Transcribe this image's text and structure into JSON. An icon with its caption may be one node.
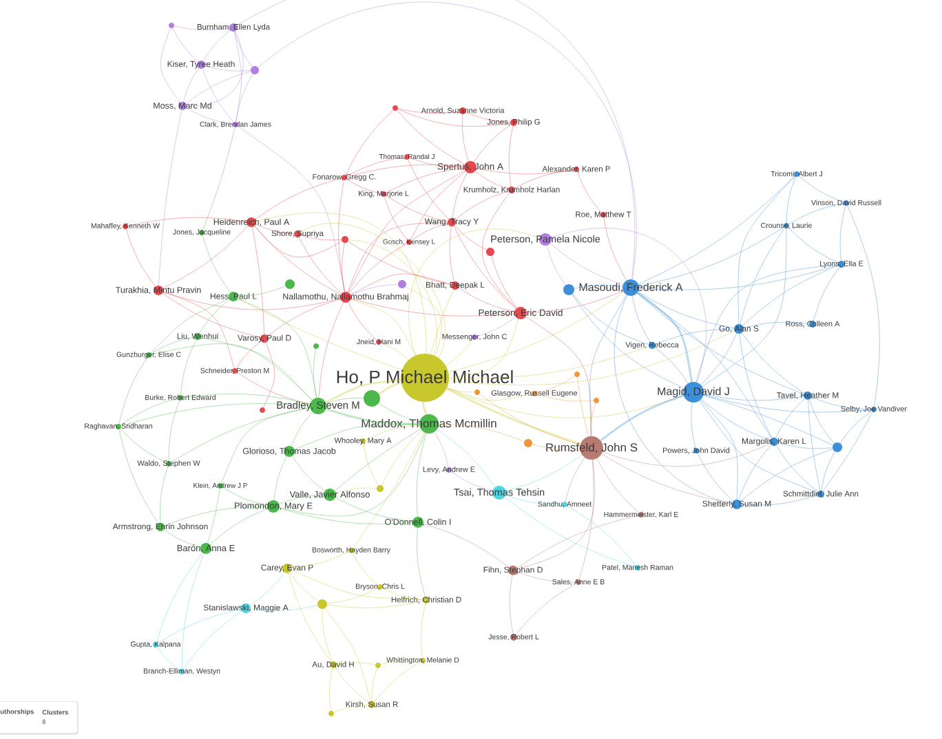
{
  "diagram": {
    "nodes": [
      {
        "text": [],
        "shape": "circle"
      },
      {
        "text": [
          "Burnham, Ellen Lyda"
        ]
      },
      {
        "text": [
          "Kiser, Tyree Heath"
        ]
      },
      {
        "text": [],
        "shape": "circle"
      },
      {
        "text": [
          "Moss, Marc Md"
        ]
      },
      {
        "text": [],
        "shape": "circle"
      },
      {
        "text": [
          "Arnold, Suzanne Victoria"
        ]
      },
      {
        "text": [
          "Jones, Philip G"
        ]
      },
      {
        "text": [
          "Clark, Brendan James"
        ]
      },
      {
        "text": [
          "Thomas, Randal J"
        ]
      },
      {
        "text": [
          "Spertus, John A"
        ]
      },
      {
        "text": [
          "Alexander, Karen P"
        ]
      },
      {
        "text": [
          "Tricomi, Albert J"
        ]
      },
      {
        "text": [
          "Fonarow, Gregg C."
        ]
      },
      {
        "text": [
          "Krumholz, Krumholz Harlan"
        ]
      },
      {
        "text": [
          "King, Marjorie L"
        ]
      },
      {
        "text": [
          "Vinson, David Russell"
        ]
      },
      {
        "text": [
          "Roe, Matthew T"
        ]
      },
      {
        "text": [
          "Wang, Tracy Y"
        ]
      },
      {
        "text": [
          "Heidenreich, Paul A"
        ]
      },
      {
        "text": [
          "Crounse, Laurie"
        ]
      },
      {
        "text": [
          "Mahaffey, Kenneth W"
        ]
      },
      {
        "text": [
          "Jones, Jacqueline"
        ]
      },
      {
        "text": [
          "Shore, Supriya"
        ]
      },
      {
        "text": [],
        "shape": "circle"
      },
      {
        "text": [
          "Peterson, Pamela Nicole"
        ]
      },
      {
        "text": [
          "Gosch, Kensey L"
        ]
      },
      {
        "text": [],
        "shape": "circle"
      },
      {
        "text": [
          "Lyons, Ella E"
        ]
      },
      {
        "text": [
          "Bhatt, Deepak L"
        ]
      },
      {
        "text": [
          "Masoudi, Frederick A"
        ]
      },
      {
        "text": [],
        "shape": "circle"
      },
      {
        "text": [
          "Turakhia, Mintu Pravin"
        ]
      },
      {
        "text": [],
        "shape": "circle"
      },
      {
        "text": [],
        "shape": "circle"
      },
      {
        "text": [
          "Hess, Paul L"
        ]
      },
      {
        "text": [
          "Nallamothu, Nallamothu Brahmaj"
        ]
      },
      {
        "text": [
          "Peterson, Eric David"
        ]
      },
      {
        "text": [
          "Ross, Colleen A"
        ]
      },
      {
        "text": [
          "Go, Alan S"
        ]
      },
      {
        "text": [
          "Liu, Wenhui"
        ]
      },
      {
        "text": [
          "Messenger, John C"
        ]
      },
      {
        "text": [
          "Varosy, Paul D"
        ]
      },
      {
        "text": [
          "Jneid, Hani M"
        ]
      },
      {
        "text": [
          "Vigen, Rebecca"
        ]
      },
      {
        "text": [],
        "shape": "circle"
      },
      {
        "text": [
          "Gunzburger, Elise C"
        ]
      },
      {
        "text": [
          "Schneider, Preston M"
        ]
      },
      {
        "text": [],
        "shape": "circle"
      },
      {
        "text": [
          "Ho, P Michael Michael"
        ]
      },
      {
        "text": [],
        "shape": "circle"
      },
      {
        "text": [
          "Magid, David J"
        ]
      },
      {
        "text": [
          "Glasgow, Russell Eugene"
        ]
      },
      {
        "text": [],
        "shape": "circle"
      },
      {
        "text": [
          "Tavel, Heather M"
        ]
      },
      {
        "text": [
          "Burke, Robert Edward"
        ]
      },
      {
        "text": [],
        "shape": "circle"
      },
      {
        "text": [
          "Bradley, Steven M"
        ]
      },
      {
        "text": [
          "Selby, Joe Vandiver"
        ]
      },
      {
        "text": [],
        "shape": "circle"
      },
      {
        "text": [
          "Maddox, Thomas Mcmillin"
        ]
      },
      {
        "text": [
          "Raghavan, Sridharan"
        ]
      },
      {
        "text": [
          "Whooley, Mary A"
        ]
      },
      {
        "text": [
          "Margolis, Karen L"
        ]
      },
      {
        "text": [],
        "shape": "circle"
      },
      {
        "text": [],
        "shape": "circle"
      },
      {
        "text": [
          "Rumsfeld, John S"
        ]
      },
      {
        "text": [
          "Powers, John David"
        ]
      },
      {
        "text": [
          "Glorioso, Thomas Jacob"
        ]
      },
      {
        "text": [
          "Waldo, Stephen W"
        ]
      },
      {
        "text": [
          "Levy, Andrew E"
        ]
      },
      {
        "text": [
          "Klein, Andrew J P"
        ]
      },
      {
        "text": [],
        "shape": "circle"
      },
      {
        "text": [
          "Tsai, Thomas Tehsin"
        ]
      },
      {
        "text": [
          "Schmittdiel, Julie Ann"
        ]
      },
      {
        "text": [
          "Valle, Javier Alfonso"
        ]
      },
      {
        "text": [
          "Sandhu, Amneet"
        ]
      },
      {
        "text": [
          "Shetterly, Susan M"
        ]
      },
      {
        "text": [
          "Plomondon, Mary E"
        ]
      },
      {
        "text": [
          "Hammermeister, Karl E"
        ]
      },
      {
        "text": [
          "O'Donnell, Colin I"
        ]
      },
      {
        "text": [
          "Armstrong, Ehrin Johnson"
        ]
      },
      {
        "text": [
          "Barón, Anna E"
        ]
      },
      {
        "text": [
          "Bosworth, Hayden Barry"
        ]
      },
      {
        "text": [
          "Patel, Manesh Raman"
        ]
      },
      {
        "text": [
          "Carey, Evan P"
        ]
      },
      {
        "text": [
          "Fihn, Stephan D"
        ]
      },
      {
        "text": [
          "Sales, Anne E B"
        ]
      },
      {
        "text": [
          "Bryson, Chris L"
        ]
      },
      {
        "text": [
          "Helfrich, Christian D"
        ]
      },
      {
        "text": [],
        "shape": "circle"
      },
      {
        "text": [
          "Stanislawski, Maggie A"
        ]
      },
      {
        "text": [
          "Jesse, Robert L"
        ]
      },
      {
        "text": [
          "Gupta, Kalpana"
        ]
      },
      {
        "text": [
          "Whittington, Melanie D"
        ]
      },
      {
        "text": [],
        "shape": "circle"
      },
      {
        "text": [
          "Au, David H"
        ]
      },
      {
        "text": [
          "Branch-Elliman, Westyn"
        ]
      },
      {
        "text": [
          "Kirsh, Susan R"
        ]
      },
      {
        "text": [],
        "shape": "circle"
      }
    ],
    "edges": [
      {
        "from": 49,
        "to": 60,
        "arrow": "none",
        "style": "thick",
        "color": "#c9c72e"
      },
      {
        "from": 49,
        "to": 66,
        "arrow": "none",
        "style": "thick",
        "color": "#c9c72e"
      },
      {
        "from": 49,
        "to": 50,
        "arrow": "none",
        "style": "thick",
        "color": "#c9c72e"
      },
      {
        "from": 49,
        "to": 57,
        "arrow": "none",
        "style": "thick",
        "color": "#c9c72e"
      },
      {
        "from": 49,
        "to": 30,
        "arrow": "none",
        "color": "#c9c72e"
      },
      {
        "from": 49,
        "to": 51,
        "arrow": "none",
        "color": "#c9c72e"
      },
      {
        "from": 49,
        "to": 36,
        "arrow": "none",
        "color": "#c9c72e"
      },
      {
        "from": 49,
        "to": 37,
        "arrow": "none",
        "color": "#c9c72e"
      },
      {
        "from": 49,
        "to": 53,
        "arrow": "none",
        "color": "#c9c72e"
      },
      {
        "from": 49,
        "to": 52,
        "arrow": "none",
        "color": "#c9c72e"
      },
      {
        "from": 49,
        "to": 25,
        "arrow": "none",
        "color": "#c9c72e"
      },
      {
        "from": 49,
        "to": 29,
        "arrow": "none",
        "color": "#c9c72e"
      },
      {
        "from": 49,
        "to": 19,
        "arrow": "none",
        "color": "#c9c72e"
      },
      {
        "from": 49,
        "to": 23,
        "arrow": "none",
        "color": "#c9c72e"
      },
      {
        "from": 49,
        "to": 35,
        "arrow": "none",
        "color": "#c9c72e"
      },
      {
        "from": 49,
        "to": 34,
        "arrow": "none",
        "color": "#c9c72e"
      },
      {
        "from": 49,
        "to": 41,
        "arrow": "none",
        "color": "#c9c72e"
      },
      {
        "from": 49,
        "to": 43,
        "arrow": "none",
        "color": "#c9c72e"
      },
      {
        "from": 49,
        "to": 44,
        "arrow": "none",
        "color": "#c9c72e"
      },
      {
        "from": 49,
        "to": 39,
        "arrow": "none",
        "color": "#c9c72e"
      },
      {
        "from": 49,
        "to": 24,
        "arrow": "none",
        "color": "#c9c72e"
      },
      {
        "from": 60,
        "to": 62,
        "arrow": "none",
        "color": "#c9c72e"
      },
      {
        "from": 60,
        "to": 72,
        "arrow": "none",
        "color": "#c9c72e"
      },
      {
        "from": 60,
        "to": 83,
        "arrow": "none",
        "color": "#c9c72e"
      },
      {
        "from": 85,
        "to": 90,
        "arrow": "none",
        "color": "#c9c72e"
      },
      {
        "from": 85,
        "to": 83,
        "arrow": "none",
        "color": "#c9c72e"
      },
      {
        "from": 85,
        "to": 89,
        "arrow": "none",
        "color": "#c9c72e"
      },
      {
        "from": 85,
        "to": 96,
        "arrow": "none",
        "color": "#c9c72e"
      },
      {
        "from": 90,
        "to": 98,
        "arrow": "none",
        "color": "#c9c72e"
      },
      {
        "from": 90,
        "to": 96,
        "arrow": "none",
        "color": "#c9c72e"
      },
      {
        "from": 90,
        "to": 88,
        "arrow": "none",
        "color": "#c9c72e"
      },
      {
        "from": 89,
        "to": 94,
        "arrow": "none",
        "color": "#c9c72e"
      },
      {
        "from": 88,
        "to": 89,
        "arrow": "none",
        "color": "#c9c72e"
      },
      {
        "from": 94,
        "to": 98,
        "arrow": "none",
        "color": "#c9c72e"
      },
      {
        "from": 95,
        "to": 98,
        "arrow": "none",
        "color": "#c9c72e"
      },
      {
        "from": 95,
        "to": 96,
        "arrow": "none",
        "color": "#c9c72e"
      },
      {
        "from": 96,
        "to": 98,
        "arrow": "none",
        "color": "#c9c72e"
      },
      {
        "from": 96,
        "to": 99,
        "arrow": "none",
        "color": "#c9c72e"
      },
      {
        "from": 98,
        "to": 99,
        "arrow": "none",
        "color": "#c9c72e"
      },
      {
        "from": 62,
        "to": 72,
        "arrow": "none",
        "color": "#c9c72e"
      },
      {
        "from": 83,
        "to": 88,
        "arrow": "none",
        "color": "#c9c72e"
      },
      {
        "from": 90,
        "to": 89,
        "arrow": "none",
        "color": "#c9c72e"
      },
      {
        "from": 94,
        "to": 95,
        "arrow": "none",
        "color": "#c9c72e"
      },
      {
        "from": 72,
        "to": 75,
        "arrow": "none",
        "color": "#c9c72e"
      },
      {
        "from": 0,
        "to": 1,
        "arrow": "none",
        "color": "#b07fe0"
      },
      {
        "from": 0,
        "to": 2,
        "arrow": "none",
        "color": "#b07fe0"
      },
      {
        "from": 0,
        "to": 4,
        "arrow": "none",
        "color": "#b07fe0"
      },
      {
        "from": 1,
        "to": 2,
        "arrow": "none",
        "color": "#b07fe0"
      },
      {
        "from": 1,
        "to": 3,
        "arrow": "none",
        "color": "#b07fe0"
      },
      {
        "from": 1,
        "to": 4,
        "arrow": "none",
        "color": "#b07fe0"
      },
      {
        "from": 1,
        "to": 8,
        "arrow": "none",
        "color": "#b07fe0"
      },
      {
        "from": 2,
        "to": 3,
        "arrow": "none",
        "color": "#b07fe0"
      },
      {
        "from": 2,
        "to": 4,
        "arrow": "none",
        "color": "#b07fe0"
      },
      {
        "from": 2,
        "to": 8,
        "arrow": "none",
        "color": "#b07fe0"
      },
      {
        "from": 3,
        "to": 4,
        "arrow": "none",
        "color": "#b07fe0"
      },
      {
        "from": 3,
        "to": 8,
        "arrow": "none",
        "color": "#b07fe0"
      },
      {
        "from": 4,
        "to": 8,
        "arrow": "none",
        "color": "#b07fe0"
      },
      {
        "from": 3,
        "to": 30,
        "arrow": "none",
        "color": "#b07fe0"
      },
      {
        "from": 1,
        "to": 30,
        "arrow": "none",
        "color": "#b07fe0"
      },
      {
        "from": 8,
        "to": 36,
        "arrow": "none",
        "color": "#b07fe0"
      },
      {
        "from": 25,
        "to": 30,
        "arrow": "none",
        "color": "#b07fe0"
      },
      {
        "from": 25,
        "to": 31,
        "arrow": "none",
        "color": "#b07fe0"
      },
      {
        "from": 25,
        "to": 51,
        "arrow": "none",
        "color": "#b07fe0"
      },
      {
        "from": 34,
        "to": 36,
        "arrow": "none",
        "color": "#b07fe0"
      },
      {
        "from": 41,
        "to": 37,
        "arrow": "none",
        "color": "#b07fe0"
      },
      {
        "from": 70,
        "to": 60,
        "arrow": "none",
        "color": "#b07fe0"
      },
      {
        "from": 70,
        "to": 73,
        "arrow": "none",
        "color": "#b07fe0"
      },
      {
        "from": 4,
        "to": 32,
        "arrow": "none",
        "color": "#b07fe0"
      },
      {
        "from": 5,
        "to": 6,
        "arrow": "none"
      },
      {
        "from": 5,
        "to": 10,
        "arrow": "none"
      },
      {
        "from": 5,
        "to": 13,
        "arrow": "none"
      },
      {
        "from": 5,
        "to": 7,
        "arrow": "none"
      },
      {
        "from": 6,
        "to": 7,
        "arrow": "none"
      },
      {
        "from": 6,
        "to": 10,
        "arrow": "none"
      },
      {
        "from": 7,
        "to": 10,
        "arrow": "none"
      },
      {
        "from": 7,
        "to": 14,
        "arrow": "none"
      },
      {
        "from": 9,
        "to": 10,
        "arrow": "none"
      },
      {
        "from": 9,
        "to": 13,
        "arrow": "none"
      },
      {
        "from": 9,
        "to": 18,
        "arrow": "none"
      },
      {
        "from": 10,
        "to": 14,
        "arrow": "none"
      },
      {
        "from": 10,
        "to": 18,
        "arrow": "none"
      },
      {
        "from": 10,
        "to": 11,
        "arrow": "none"
      },
      {
        "from": 10,
        "to": 36,
        "arrow": "none"
      },
      {
        "from": 10,
        "to": 13,
        "arrow": "none"
      },
      {
        "from": 10,
        "to": 15,
        "arrow": "none"
      },
      {
        "from": 10,
        "to": 26,
        "arrow": "none"
      },
      {
        "from": 11,
        "to": 14,
        "arrow": "none"
      },
      {
        "from": 11,
        "to": 17,
        "arrow": "none"
      },
      {
        "from": 13,
        "to": 19,
        "arrow": "none"
      },
      {
        "from": 13,
        "to": 36,
        "arrow": "none"
      },
      {
        "from": 13,
        "to": 15,
        "arrow": "none"
      },
      {
        "from": 14,
        "to": 18,
        "arrow": "none"
      },
      {
        "from": 14,
        "to": 37,
        "arrow": "none"
      },
      {
        "from": 15,
        "to": 18,
        "arrow": "none"
      },
      {
        "from": 15,
        "to": 26,
        "arrow": "none"
      },
      {
        "from": 17,
        "to": 30,
        "arrow": "none"
      },
      {
        "from": 18,
        "to": 37,
        "arrow": "none"
      },
      {
        "from": 18,
        "to": 29,
        "arrow": "none"
      },
      {
        "from": 18,
        "to": 27,
        "arrow": "none"
      },
      {
        "from": 18,
        "to": 26,
        "arrow": "none"
      },
      {
        "from": 18,
        "to": 36,
        "arrow": "none"
      },
      {
        "from": 19,
        "to": 21,
        "arrow": "none"
      },
      {
        "from": 19,
        "to": 23,
        "arrow": "none"
      },
      {
        "from": 19,
        "to": 32,
        "arrow": "none"
      },
      {
        "from": 19,
        "to": 36,
        "arrow": "none"
      },
      {
        "from": 19,
        "to": 42,
        "arrow": "none"
      },
      {
        "from": 19,
        "to": 24,
        "arrow": "none"
      },
      {
        "from": 21,
        "to": 32,
        "arrow": "none"
      },
      {
        "from": 23,
        "to": 36,
        "arrow": "none"
      },
      {
        "from": 23,
        "to": 24,
        "arrow": "none"
      },
      {
        "from": 24,
        "to": 36,
        "arrow": "none"
      },
      {
        "from": 24,
        "to": 29,
        "arrow": "none"
      },
      {
        "from": 26,
        "to": 36,
        "arrow": "none"
      },
      {
        "from": 27,
        "to": 37,
        "arrow": "none"
      },
      {
        "from": 29,
        "to": 37,
        "arrow": "none"
      },
      {
        "from": 29,
        "to": 36,
        "arrow": "none"
      },
      {
        "from": 32,
        "to": 42,
        "arrow": "none"
      },
      {
        "from": 32,
        "to": 47,
        "arrow": "none"
      },
      {
        "from": 32,
        "to": 36,
        "arrow": "none"
      },
      {
        "from": 36,
        "to": 37,
        "arrow": "none"
      },
      {
        "from": 36,
        "to": 42,
        "arrow": "none"
      },
      {
        "from": 36,
        "to": 43,
        "arrow": "none"
      },
      {
        "from": 36,
        "to": 57,
        "arrow": "none"
      },
      {
        "from": 37,
        "to": 66,
        "arrow": "none"
      },
      {
        "from": 37,
        "to": 30,
        "arrow": "none"
      },
      {
        "from": 42,
        "to": 47,
        "arrow": "none"
      },
      {
        "from": 42,
        "to": 59,
        "arrow": "none"
      },
      {
        "from": 47,
        "to": 57,
        "arrow": "none"
      },
      {
        "from": 30,
        "to": 51,
        "arrow": "none",
        "style": "thick",
        "color": "#3d8fd8"
      },
      {
        "from": 30,
        "to": 31,
        "arrow": "none",
        "color": "#3d8fd8"
      },
      {
        "from": 30,
        "to": 39,
        "arrow": "none",
        "color": "#3d8fd8"
      },
      {
        "from": 30,
        "to": 44,
        "arrow": "none",
        "color": "#3d8fd8"
      },
      {
        "from": 30,
        "to": 28,
        "arrow": "none",
        "color": "#3d8fd8"
      },
      {
        "from": 30,
        "to": 20,
        "arrow": "none",
        "color": "#3d8fd8"
      },
      {
        "from": 30,
        "to": 12,
        "arrow": "none",
        "color": "#3d8fd8"
      },
      {
        "from": 30,
        "to": 63,
        "arrow": "none",
        "color": "#3d8fd8"
      },
      {
        "from": 30,
        "to": 77,
        "arrow": "none",
        "color": "#3d8fd8"
      },
      {
        "from": 30,
        "to": 54,
        "arrow": "none",
        "color": "#3d8fd8"
      },
      {
        "from": 30,
        "to": 66,
        "arrow": "none",
        "color": "#3d8fd8"
      },
      {
        "from": 31,
        "to": 51,
        "arrow": "none",
        "color": "#3d8fd8"
      },
      {
        "from": 31,
        "to": 44,
        "arrow": "none",
        "color": "#3d8fd8"
      },
      {
        "from": 51,
        "to": 39,
        "arrow": "none",
        "color": "#3d8fd8"
      },
      {
        "from": 51,
        "to": 44,
        "arrow": "none",
        "color": "#3d8fd8"
      },
      {
        "from": 51,
        "to": 54,
        "arrow": "none",
        "color": "#3d8fd8"
      },
      {
        "from": 51,
        "to": 63,
        "arrow": "none",
        "color": "#3d8fd8"
      },
      {
        "from": 51,
        "to": 77,
        "arrow": "none",
        "color": "#3d8fd8"
      },
      {
        "from": 51,
        "to": 67,
        "arrow": "none",
        "color": "#3d8fd8"
      },
      {
        "from": 51,
        "to": 65,
        "arrow": "none",
        "color": "#3d8fd8"
      },
      {
        "from": 51,
        "to": 28,
        "arrow": "none",
        "color": "#3d8fd8"
      },
      {
        "from": 51,
        "to": 20,
        "arrow": "none",
        "color": "#3d8fd8"
      },
      {
        "from": 51,
        "to": 74,
        "arrow": "none",
        "color": "#3d8fd8"
      },
      {
        "from": 51,
        "to": 58,
        "arrow": "none",
        "color": "#3d8fd8"
      },
      {
        "from": 51,
        "to": 66,
        "arrow": "none",
        "style": "thick",
        "color": "#3d8fd8"
      },
      {
        "from": 12,
        "to": 16,
        "arrow": "none",
        "color": "#3d8fd8"
      },
      {
        "from": 12,
        "to": 20,
        "arrow": "none",
        "color": "#3d8fd8"
      },
      {
        "from": 12,
        "to": 39,
        "arrow": "none",
        "color": "#3d8fd8"
      },
      {
        "from": 16,
        "to": 20,
        "arrow": "none",
        "color": "#3d8fd8"
      },
      {
        "from": 16,
        "to": 28,
        "arrow": "none",
        "color": "#3d8fd8"
      },
      {
        "from": 16,
        "to": 58,
        "arrow": "none",
        "color": "#3d8fd8"
      },
      {
        "from": 20,
        "to": 28,
        "arrow": "none",
        "color": "#3d8fd8"
      },
      {
        "from": 20,
        "to": 39,
        "arrow": "none",
        "color": "#3d8fd8"
      },
      {
        "from": 28,
        "to": 38,
        "arrow": "none",
        "color": "#3d8fd8"
      },
      {
        "from": 28,
        "to": 39,
        "arrow": "none",
        "color": "#3d8fd8"
      },
      {
        "from": 38,
        "to": 39,
        "arrow": "none",
        "color": "#3d8fd8"
      },
      {
        "from": 39,
        "to": 44,
        "arrow": "none",
        "color": "#3d8fd8"
      },
      {
        "from": 39,
        "to": 54,
        "arrow": "none",
        "color": "#3d8fd8"
      },
      {
        "from": 39,
        "to": 63,
        "arrow": "none",
        "color": "#3d8fd8"
      },
      {
        "from": 54,
        "to": 58,
        "arrow": "none",
        "color": "#3d8fd8"
      },
      {
        "from": 54,
        "to": 63,
        "arrow": "none",
        "color": "#3d8fd8"
      },
      {
        "from": 54,
        "to": 65,
        "arrow": "none",
        "color": "#3d8fd8"
      },
      {
        "from": 54,
        "to": 74,
        "arrow": "none",
        "color": "#3d8fd8"
      },
      {
        "from": 58,
        "to": 65,
        "arrow": "none",
        "color": "#3d8fd8"
      },
      {
        "from": 58,
        "to": 74,
        "arrow": "none",
        "color": "#3d8fd8"
      },
      {
        "from": 63,
        "to": 65,
        "arrow": "none",
        "color": "#3d8fd8"
      },
      {
        "from": 63,
        "to": 77,
        "arrow": "none",
        "color": "#3d8fd8"
      },
      {
        "from": 63,
        "to": 74,
        "arrow": "none",
        "color": "#3d8fd8"
      },
      {
        "from": 65,
        "to": 74,
        "arrow": "none",
        "color": "#3d8fd8"
      },
      {
        "from": 65,
        "to": 77,
        "arrow": "none",
        "color": "#3d8fd8"
      },
      {
        "from": 67,
        "to": 77,
        "arrow": "none",
        "color": "#3d8fd8"
      },
      {
        "from": 77,
        "to": 74,
        "arrow": "none",
        "color": "#3d8fd8"
      },
      {
        "from": 50,
        "to": 57,
        "arrow": "none",
        "color": "#4cb84c"
      },
      {
        "from": 50,
        "to": 60,
        "arrow": "none",
        "color": "#4cb84c"
      },
      {
        "from": 57,
        "to": 60,
        "arrow": "none",
        "style": "thick",
        "color": "#4cb84c"
      },
      {
        "from": 57,
        "to": 35,
        "arrow": "none",
        "color": "#4cb84c"
      },
      {
        "from": 57,
        "to": 40,
        "arrow": "none",
        "color": "#4cb84c"
      },
      {
        "from": 57,
        "to": 46,
        "arrow": "none",
        "color": "#4cb84c"
      },
      {
        "from": 57,
        "to": 55,
        "arrow": "none",
        "color": "#4cb84c"
      },
      {
        "from": 57,
        "to": 61,
        "arrow": "none",
        "color": "#4cb84c"
      },
      {
        "from": 57,
        "to": 68,
        "arrow": "none",
        "color": "#4cb84c"
      },
      {
        "from": 57,
        "to": 69,
        "arrow": "none",
        "color": "#4cb84c"
      },
      {
        "from": 57,
        "to": 71,
        "arrow": "none",
        "color": "#4cb84c"
      },
      {
        "from": 60,
        "to": 68,
        "arrow": "none",
        "color": "#4cb84c"
      },
      {
        "from": 60,
        "to": 75,
        "arrow": "none",
        "color": "#4cb84c"
      },
      {
        "from": 60,
        "to": 78,
        "arrow": "none",
        "color": "#4cb84c"
      },
      {
        "from": 60,
        "to": 80,
        "arrow": "none",
        "color": "#4cb84c"
      },
      {
        "from": 35,
        "to": 33,
        "arrow": "none",
        "color": "#4cb84c"
      },
      {
        "from": 35,
        "to": 40,
        "arrow": "none",
        "color": "#4cb84c"
      },
      {
        "from": 35,
        "to": 46,
        "arrow": "none",
        "color": "#4cb84c"
      },
      {
        "from": 40,
        "to": 46,
        "arrow": "none",
        "color": "#4cb84c"
      },
      {
        "from": 40,
        "to": 55,
        "arrow": "none",
        "color": "#4cb84c"
      },
      {
        "from": 46,
        "to": 61,
        "arrow": "none",
        "color": "#4cb84c"
      },
      {
        "from": 55,
        "to": 61,
        "arrow": "none",
        "color": "#4cb84c"
      },
      {
        "from": 55,
        "to": 69,
        "arrow": "none",
        "color": "#4cb84c"
      },
      {
        "from": 61,
        "to": 69,
        "arrow": "none",
        "color": "#4cb84c"
      },
      {
        "from": 61,
        "to": 81,
        "arrow": "none",
        "color": "#4cb84c"
      },
      {
        "from": 69,
        "to": 81,
        "arrow": "none",
        "color": "#4cb84c"
      },
      {
        "from": 68,
        "to": 75,
        "arrow": "none",
        "color": "#4cb84c"
      },
      {
        "from": 68,
        "to": 78,
        "arrow": "none",
        "color": "#4cb84c"
      },
      {
        "from": 71,
        "to": 78,
        "arrow": "none",
        "color": "#4cb84c"
      },
      {
        "from": 71,
        "to": 82,
        "arrow": "none",
        "color": "#4cb84c"
      },
      {
        "from": 75,
        "to": 78,
        "arrow": "none",
        "color": "#4cb84c"
      },
      {
        "from": 75,
        "to": 80,
        "arrow": "none",
        "color": "#4cb84c"
      },
      {
        "from": 78,
        "to": 82,
        "arrow": "none",
        "color": "#4cb84c"
      },
      {
        "from": 78,
        "to": 80,
        "arrow": "none",
        "color": "#4cb84c"
      },
      {
        "from": 78,
        "to": 81,
        "arrow": "none",
        "color": "#4cb84c"
      },
      {
        "from": 80,
        "to": 89,
        "arrow": "none",
        "color": "#4cb84c"
      },
      {
        "from": 81,
        "to": 82,
        "arrow": "none",
        "color": "#4cb84c"
      },
      {
        "from": 45,
        "to": 57,
        "arrow": "none",
        "color": "#4cb84c"
      },
      {
        "from": 22,
        "to": 35,
        "arrow": "none",
        "color": "#4cb84c"
      },
      {
        "from": 22,
        "to": 8,
        "arrow": "none",
        "color": "#4cb84c"
      },
      {
        "from": 73,
        "to": 76,
        "arrow": "none",
        "color": "#4fd5e0"
      },
      {
        "from": 73,
        "to": 84,
        "arrow": "none",
        "color": "#4fd5e0"
      },
      {
        "from": 73,
        "to": 66,
        "arrow": "none",
        "color": "#4fd5e0"
      },
      {
        "from": 73,
        "to": 60,
        "arrow": "none",
        "color": "#4fd5e0"
      },
      {
        "from": 91,
        "to": 93,
        "arrow": "none",
        "color": "#4fd5e0"
      },
      {
        "from": 91,
        "to": 97,
        "arrow": "none",
        "color": "#4fd5e0"
      },
      {
        "from": 93,
        "to": 97,
        "arrow": "none",
        "color": "#4fd5e0"
      },
      {
        "from": 82,
        "to": 93,
        "arrow": "none",
        "color": "#4fd5e0"
      },
      {
        "from": 82,
        "to": 97,
        "arrow": "none",
        "color": "#4fd5e0"
      },
      {
        "from": 91,
        "to": 85,
        "arrow": "none",
        "color": "#4fd5e0"
      },
      {
        "from": 91,
        "to": 90,
        "arrow": "none",
        "color": "#4fd5e0"
      },
      {
        "from": 84,
        "to": 76,
        "arrow": "none",
        "color": "#4fd5e0"
      },
      {
        "from": 64,
        "to": 66,
        "arrow": "none",
        "color": "#f0953c"
      },
      {
        "from": 64,
        "to": 60,
        "arrow": "none",
        "color": "#f0953c"
      },
      {
        "from": 52,
        "to": 48,
        "arrow": "none",
        "color": "#f0953c"
      },
      {
        "from": 52,
        "to": 56,
        "arrow": "none",
        "color": "#f0953c"
      },
      {
        "from": 53,
        "to": 66,
        "arrow": "none",
        "color": "#f0953c"
      },
      {
        "from": 48,
        "to": 66,
        "arrow": "none",
        "color": "#f0953c"
      },
      {
        "from": 56,
        "to": 66,
        "arrow": "none",
        "color": "#f0953c"
      },
      {
        "from": 66,
        "to": 86,
        "arrow": "none",
        "color": "#b97a72"
      },
      {
        "from": 66,
        "to": 79,
        "arrow": "none",
        "color": "#b97a72"
      },
      {
        "from": 66,
        "to": 87,
        "arrow": "none",
        "color": "#b97a72"
      },
      {
        "from": 66,
        "to": 76,
        "arrow": "none",
        "color": "#b97a72"
      },
      {
        "from": 86,
        "to": 92,
        "arrow": "none",
        "color": "#b97a72"
      },
      {
        "from": 86,
        "to": 87,
        "arrow": "none",
        "color": "#b97a72"
      },
      {
        "from": 87,
        "to": 92,
        "arrow": "none",
        "color": "#b97a72"
      },
      {
        "from": 79,
        "to": 86,
        "arrow": "none",
        "color": "#b97a72"
      },
      {
        "from": 86,
        "to": 80,
        "arrow": "none",
        "color": "#b97a72"
      },
      {
        "from": 66,
        "to": 63,
        "arrow": "none",
        "color": "#b97a72"
      },
      {
        "from": 66,
        "to": 77,
        "arrow": "none",
        "color": "#b97a72"
      }
    ],
    "labels": [
      "uthorships",
      "Clusters",
      "8"
    ]
  }
}
